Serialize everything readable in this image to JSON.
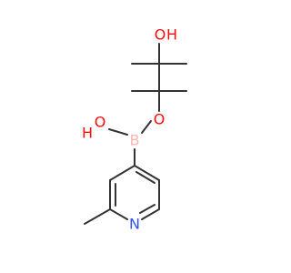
{
  "molecule": {
    "atoms": {
      "O1": {
        "label": "O",
        "color": "#ff0d0d"
      },
      "H1": {
        "label": "H",
        "color": "#ff0d0d"
      },
      "O2": {
        "label": "O",
        "color": "#ff0d0d"
      },
      "H2": {
        "label": "H",
        "color": "#ff0d0d"
      },
      "B": {
        "label": "B",
        "color": "#ffb5b5"
      },
      "O3": {
        "label": "O",
        "color": "#ff0d0d"
      },
      "N": {
        "label": "N",
        "color": "#3050f8"
      }
    },
    "bond_color": "#333333"
  }
}
